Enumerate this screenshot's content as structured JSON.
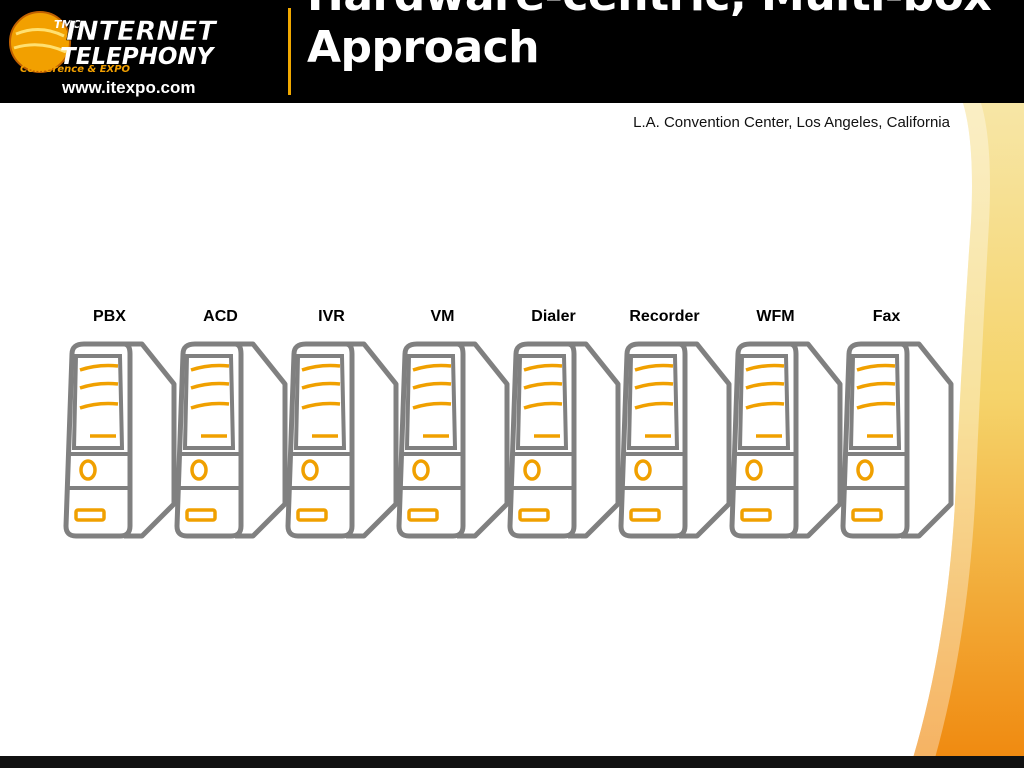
{
  "header": {
    "logo": {
      "line1": "INTERNET",
      "line2": "TELEPHONY",
      "line3": "Conference & EXPO",
      "badge": "TMC"
    },
    "url": "www.itexpo.com",
    "title": "Hardware-centric, Multi-box Approach"
  },
  "location": "L.A. Convention Center, Los Angeles, California",
  "servers": [
    {
      "label": "PBX"
    },
    {
      "label": "ACD"
    },
    {
      "label": "IVR"
    },
    {
      "label": "VM"
    },
    {
      "label": "Dialer"
    },
    {
      "label": "Recorder"
    },
    {
      "label": "WFM"
    },
    {
      "label": "Fax"
    }
  ],
  "colors": {
    "accent": "#f0a000",
    "outline": "#808080",
    "header_bg": "#000000"
  },
  "icons": {
    "server": "server-tower-icon"
  }
}
